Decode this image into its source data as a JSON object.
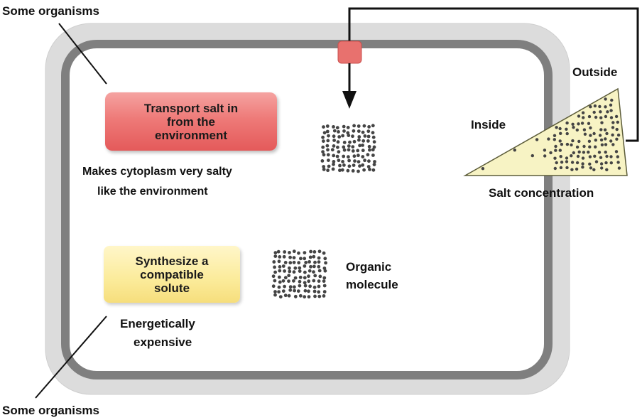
{
  "labels": {
    "some_organisms_top": "Some organisms",
    "some_organisms_bottom": "Some organisms",
    "outside": "Outside",
    "inside": "Inside",
    "salt_concentration": "Salt concentration",
    "makes_cytoplasm_line1": "Makes cytoplasm very salty",
    "makes_cytoplasm_line2": "like the environment",
    "organic_line1": "Organic",
    "organic_line2": "molecule",
    "energetic_line1": "Energetically",
    "energetic_line2": "expensive"
  },
  "boxes": {
    "transport": [
      "Transport salt in",
      "from the",
      "environment"
    ],
    "synthesize": [
      "Synthesize a",
      "compatible",
      "solute"
    ]
  },
  "colors": {
    "transport_box": "#e86a69",
    "synthesize_box": "#fbe99a",
    "membrane_outer": "#dcdcdc",
    "membrane_inner": "#7a7a7a",
    "channel": "#e8716e",
    "wedge_fill": "#f7f3c4",
    "dot": "#444444"
  }
}
